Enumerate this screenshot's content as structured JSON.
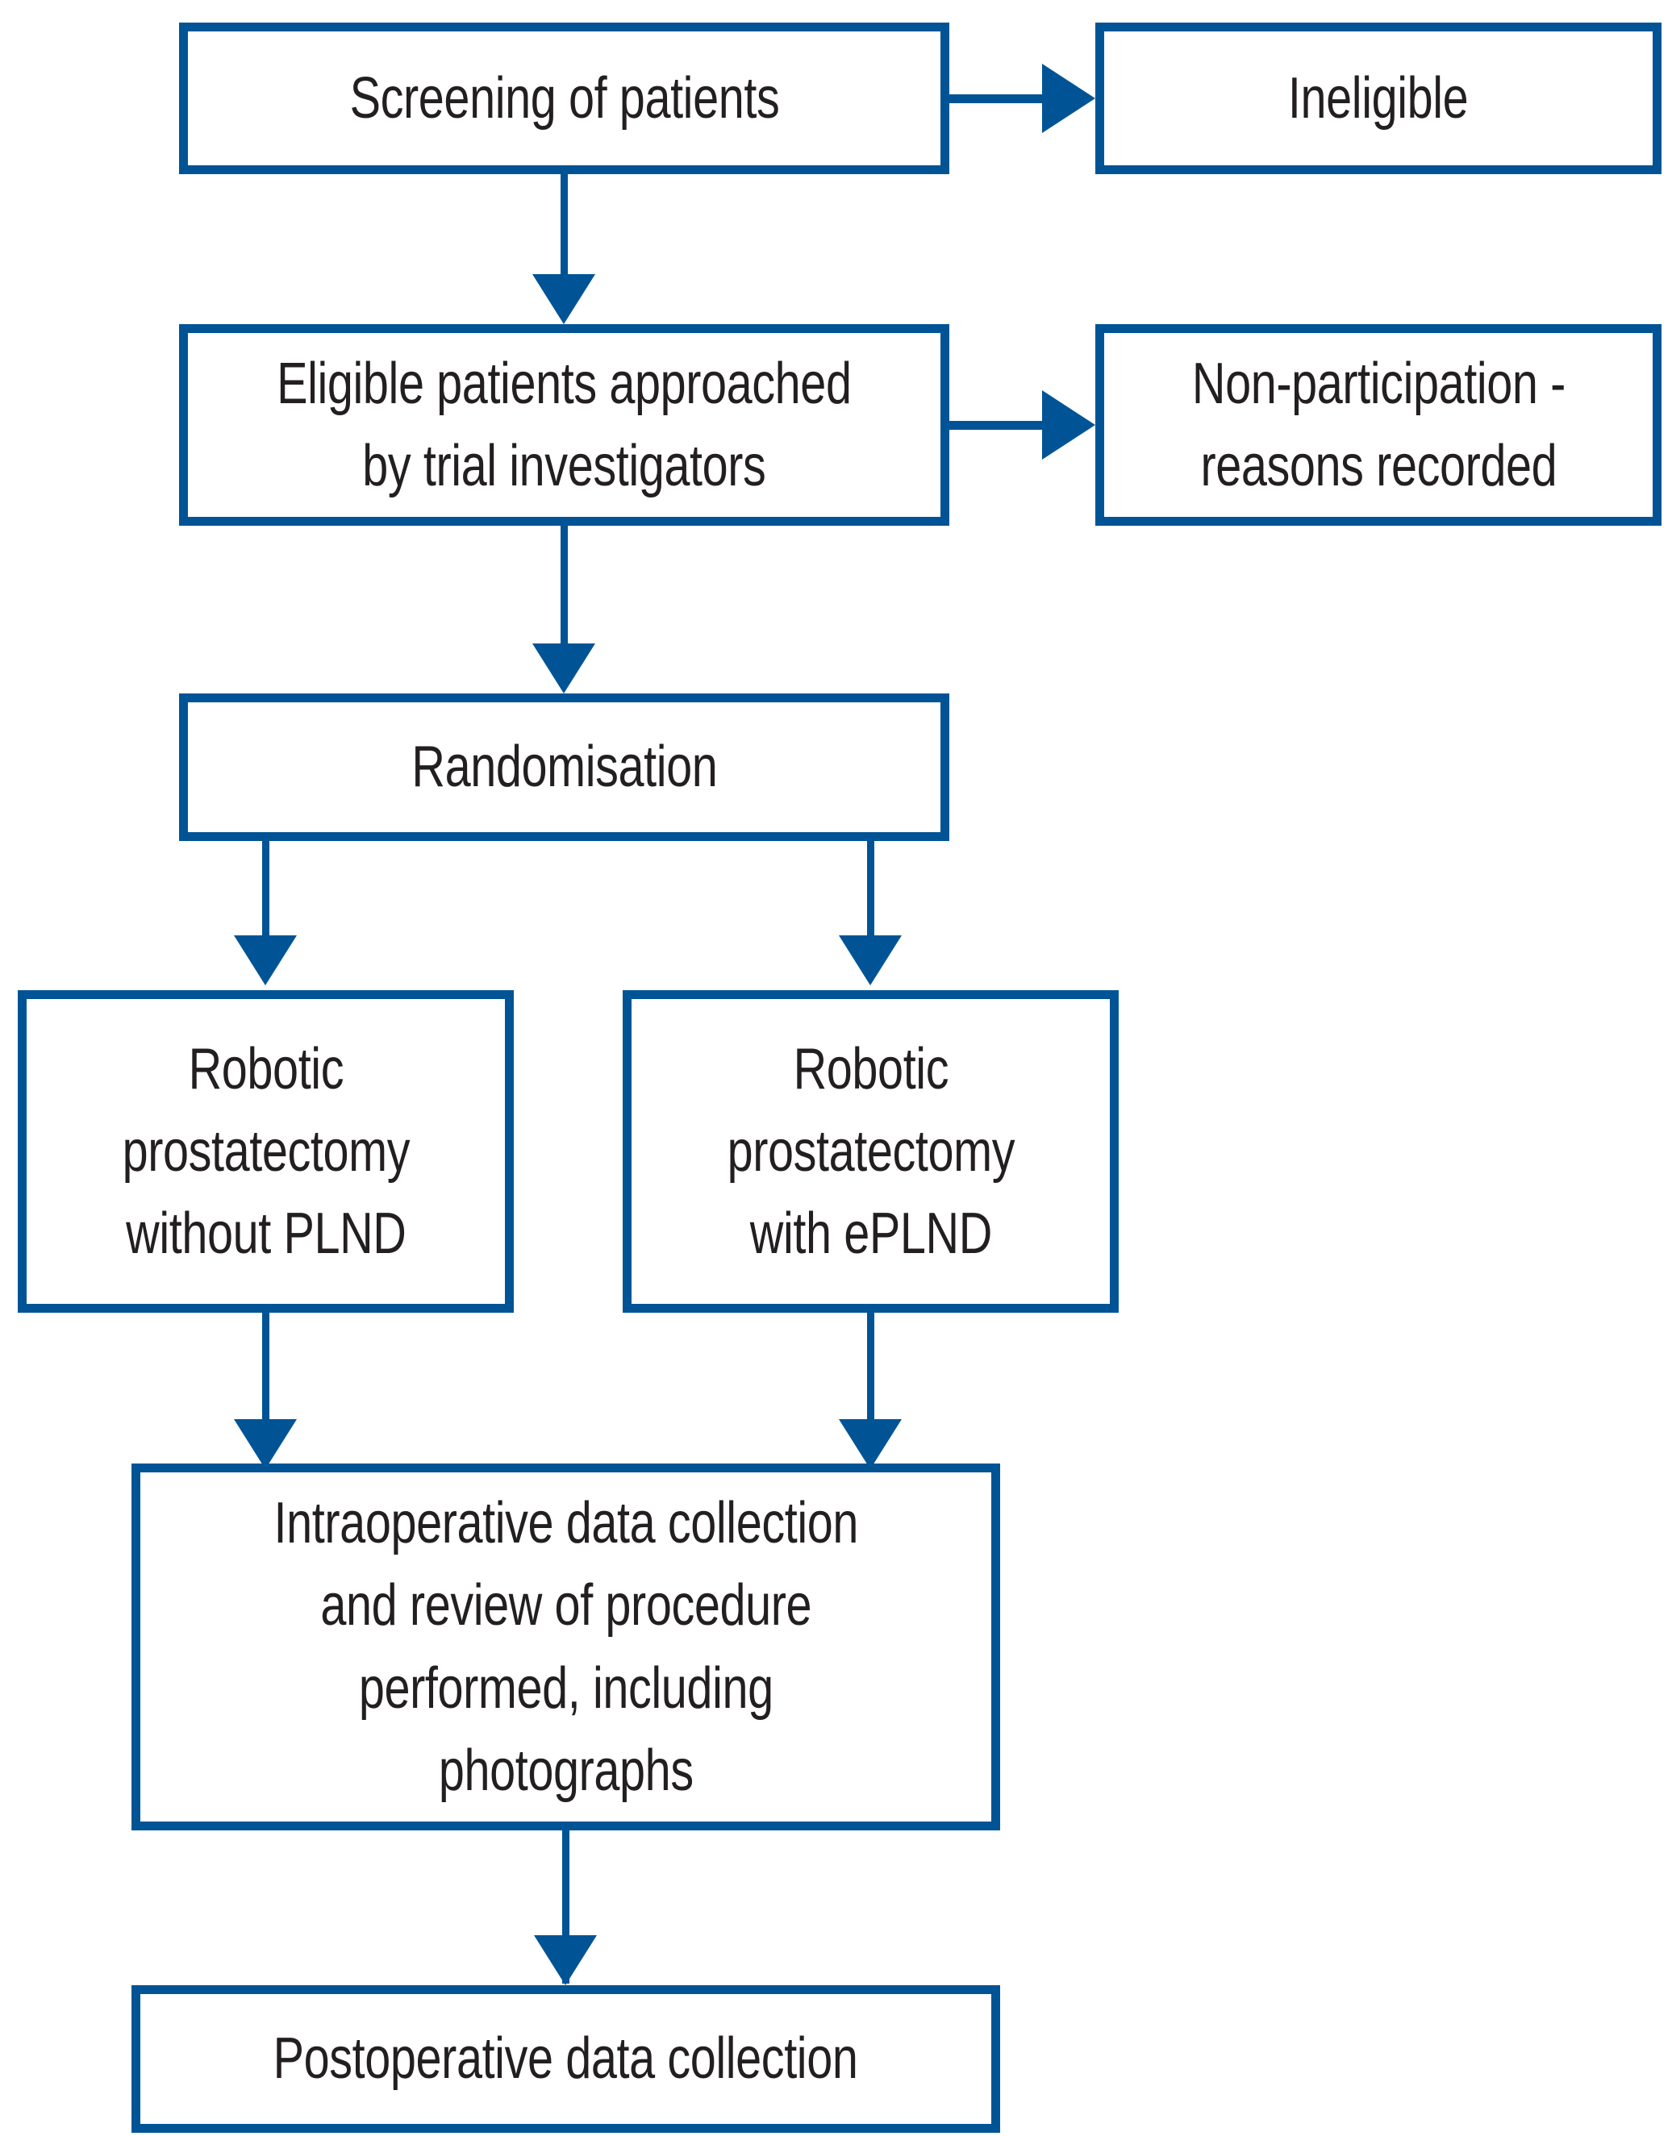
{
  "diagram": {
    "title": "Randomised controlled trial participant flow diagram",
    "accent_color": "#005496",
    "text_color": "#231f20",
    "background_color": "#ffffff",
    "nodes": [
      {
        "id": "screening",
        "label": "Screening of patients",
        "icon": "process-box"
      },
      {
        "id": "ineligible",
        "label": "Ineligible",
        "icon": "process-box"
      },
      {
        "id": "eligible-approached",
        "label": "Eligible patients approached\nby trial investigators",
        "icon": "process-box"
      },
      {
        "id": "non-participation",
        "label": "Non-participation -\nreasons recorded",
        "icon": "process-box"
      },
      {
        "id": "randomisation",
        "label": "Randomisation",
        "icon": "process-box"
      },
      {
        "id": "arm-without-plnd",
        "label": "Robotic\nprostatectomy\nwithout PLND",
        "icon": "process-box"
      },
      {
        "id": "arm-with-eplnd",
        "label": "Robotic\nprostatectomy\nwith ePLND",
        "icon": "process-box"
      },
      {
        "id": "intraoperative",
        "label": "Intraoperative data collection\nand review of procedure\nperformed, including\nphotographs",
        "icon": "process-box"
      },
      {
        "id": "postoperative",
        "label": "Postoperative data collection",
        "icon": "process-box"
      }
    ],
    "edges": [
      {
        "id": "screening-to-ineligible",
        "from": "screening",
        "to": "ineligible",
        "direction": "right"
      },
      {
        "id": "screening-to-eligible",
        "from": "screening",
        "to": "eligible-approached",
        "direction": "down"
      },
      {
        "id": "eligible-to-nonparticipation",
        "from": "eligible-approached",
        "to": "non-participation",
        "direction": "right"
      },
      {
        "id": "eligible-to-randomisation",
        "from": "eligible-approached",
        "to": "randomisation",
        "direction": "down"
      },
      {
        "id": "randomisation-to-without-plnd",
        "from": "randomisation",
        "to": "arm-without-plnd",
        "direction": "down"
      },
      {
        "id": "randomisation-to-with-eplnd",
        "from": "randomisation",
        "to": "arm-with-eplnd",
        "direction": "down"
      },
      {
        "id": "without-plnd-to-intraoperative",
        "from": "arm-without-plnd",
        "to": "intraoperative",
        "direction": "down"
      },
      {
        "id": "with-eplnd-to-intraoperative",
        "from": "arm-with-eplnd",
        "to": "intraoperative",
        "direction": "down"
      },
      {
        "id": "intraoperative-to-postoperative",
        "from": "intraoperative",
        "to": "postoperative",
        "direction": "down"
      }
    ]
  }
}
